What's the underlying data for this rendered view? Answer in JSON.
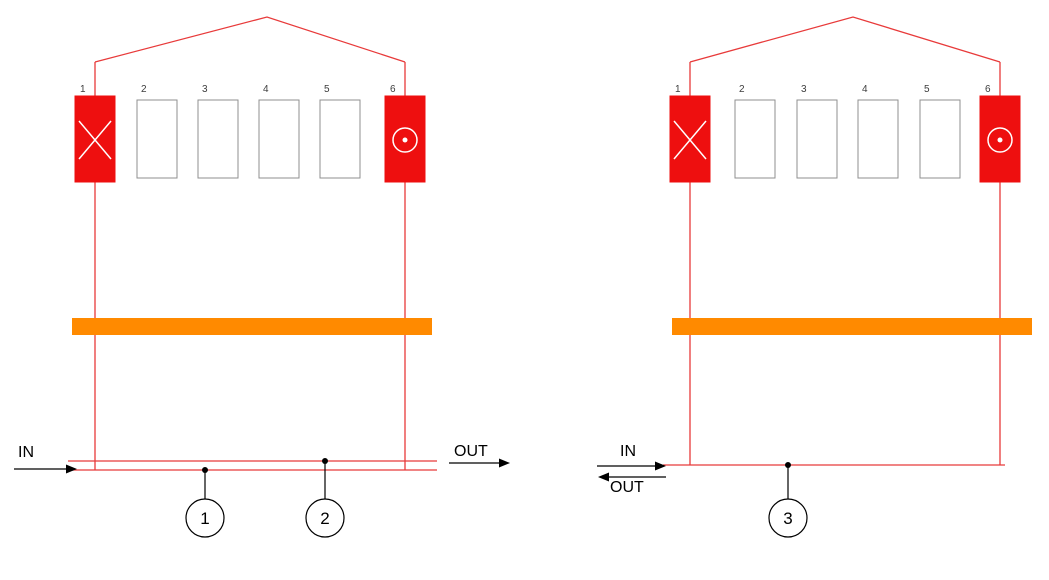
{
  "colors": {
    "line-red": "#e83a3a",
    "fill-red": "#ee0f0f",
    "orange": "#ff8a00",
    "rect-border": "#8f8f8f",
    "ink": "#000000"
  },
  "left": {
    "in_label": "IN",
    "out_label": "OUT",
    "units": [
      {
        "label": "1",
        "symbol": "cross-icon"
      },
      {
        "label": "2",
        "symbol": "none"
      },
      {
        "label": "3",
        "symbol": "none"
      },
      {
        "label": "4",
        "symbol": "none"
      },
      {
        "label": "5",
        "symbol": "none"
      },
      {
        "label": "6",
        "symbol": "circle-dot-icon"
      }
    ],
    "measure_points": [
      {
        "label": "1"
      },
      {
        "label": "2"
      }
    ]
  },
  "right": {
    "in_label": "IN",
    "out_label": "OUT",
    "units": [
      {
        "label": "1",
        "symbol": "cross-icon"
      },
      {
        "label": "2",
        "symbol": "none"
      },
      {
        "label": "3",
        "symbol": "none"
      },
      {
        "label": "4",
        "symbol": "none"
      },
      {
        "label": "5",
        "symbol": "none"
      },
      {
        "label": "6",
        "symbol": "circle-dot-icon"
      }
    ],
    "measure_points": [
      {
        "label": "3"
      }
    ]
  }
}
